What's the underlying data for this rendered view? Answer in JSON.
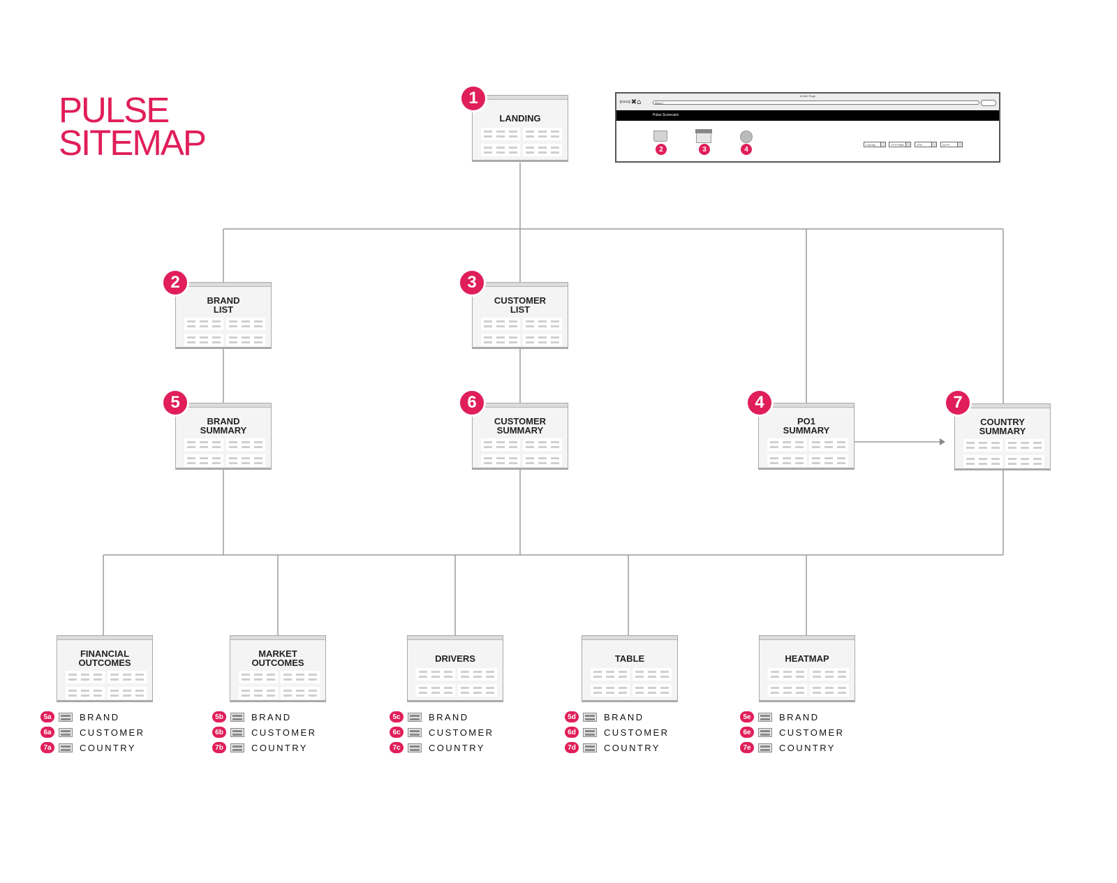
{
  "title": {
    "line1": "PULSE",
    "line2": "SITEMAP"
  },
  "colors": {
    "accent": "#e01e5a",
    "line": "#999999",
    "node_bg": "#f4f4f4"
  },
  "nodes": [
    {
      "id": "landing",
      "number": "1",
      "label": "LANDING"
    },
    {
      "id": "brand-list",
      "number": "2",
      "label": "BRAND\nLIST"
    },
    {
      "id": "customer-list",
      "number": "3",
      "label": "CUSTOMER\nLIST"
    },
    {
      "id": "po1-summary",
      "number": "4",
      "label": "PO1\nSUMMARY"
    },
    {
      "id": "brand-summary",
      "number": "5",
      "label": "BRAND\nSUMMARY"
    },
    {
      "id": "customer-summary",
      "number": "6",
      "label": "CUSTOMER\nSUMMARY"
    },
    {
      "id": "country-summary",
      "number": "7",
      "label": "COUNTRY\nSUMMARY"
    },
    {
      "id": "financial-outcomes",
      "number": "",
      "label": "FINANCIAL\nOUTCOMES"
    },
    {
      "id": "market-outcomes",
      "number": "",
      "label": "MARKET\nOUTCOMES"
    },
    {
      "id": "drivers",
      "number": "",
      "label": "DRIVERS"
    },
    {
      "id": "table",
      "number": "",
      "label": "TABLE"
    },
    {
      "id": "heatmap",
      "number": "",
      "label": "HEATMAP"
    }
  ],
  "edges": [
    [
      "landing",
      "brand-list"
    ],
    [
      "landing",
      "customer-list"
    ],
    [
      "landing",
      "po1-summary"
    ],
    [
      "landing",
      "country-summary"
    ],
    [
      "brand-list",
      "brand-summary"
    ],
    [
      "customer-list",
      "customer-summary"
    ],
    [
      "po1-summary",
      "country-summary"
    ],
    [
      "brand-summary",
      "financial-outcomes"
    ],
    [
      "customer-summary",
      "market-outcomes"
    ],
    [
      "country-summary",
      "drivers"
    ],
    [
      "country-summary",
      "table"
    ],
    [
      "country-summary",
      "heatmap"
    ]
  ],
  "browser_preview": {
    "page_title": "A Web Page",
    "url": "https://",
    "strip_title": "Pulse Scorecard",
    "nav_glyphs": "⇦⇨✖⌂",
    "icons": [
      {
        "icon": "basket-icon",
        "badge": "2"
      },
      {
        "icon": "store-icon",
        "badge": "3"
      },
      {
        "icon": "globe-icon",
        "badge": "4"
      }
    ],
    "selects": [
      "Country",
      "YYYY/MM",
      "YTD",
      "vs PY"
    ]
  },
  "legends": [
    {
      "rows": [
        {
          "code": "5a",
          "text": "BRAND"
        },
        {
          "code": "6a",
          "text": "CUSTOMER"
        },
        {
          "code": "7a",
          "text": "COUNTRY"
        }
      ]
    },
    {
      "rows": [
        {
          "code": "5b",
          "text": "BRAND"
        },
        {
          "code": "6b",
          "text": "CUSTOMER"
        },
        {
          "code": "7b",
          "text": "COUNTRY"
        }
      ]
    },
    {
      "rows": [
        {
          "code": "5c",
          "text": "BRAND"
        },
        {
          "code": "6c",
          "text": "CUSTOMER"
        },
        {
          "code": "7c",
          "text": "COUNTRY"
        }
      ]
    },
    {
      "rows": [
        {
          "code": "5d",
          "text": "BRAND"
        },
        {
          "code": "6d",
          "text": "CUSTOMER"
        },
        {
          "code": "7d",
          "text": "COUNTRY"
        }
      ]
    },
    {
      "rows": [
        {
          "code": "5e",
          "text": "BRAND"
        },
        {
          "code": "6e",
          "text": "CUSTOMER"
        },
        {
          "code": "7e",
          "text": "COUNTRY"
        }
      ]
    }
  ]
}
